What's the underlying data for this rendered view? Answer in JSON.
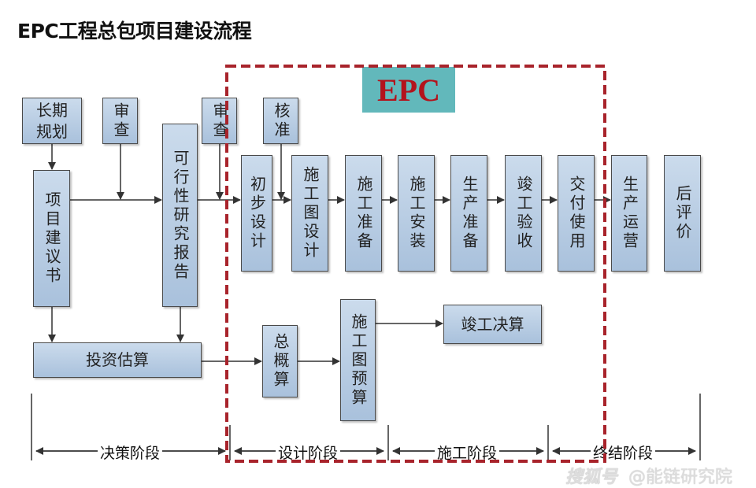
{
  "title": "EPC工程总包项目建设流程",
  "epc_label": "EPC",
  "boxes": {
    "long_term_plan": "长期规划",
    "review1": "审查",
    "proposal": "项目建议书",
    "feasibility": "可行性研究报告",
    "review2": "审查",
    "approval": "核准",
    "prelim_design": "初步设计",
    "construction_drawing": "施工图设计",
    "construction_prep": "施工准备",
    "construction_install": "施工安装",
    "production_prep": "生产准备",
    "completion_accept": "竣工验收",
    "delivery": "交付使用",
    "operation": "生产运营",
    "post_eval": "后评价",
    "investment_estimate": "投资估算",
    "total_budget": "总概算",
    "drawing_budget": "施工图预算",
    "final_account": "竣工决算"
  },
  "phases": [
    "决策阶段",
    "设计阶段",
    "施工阶段",
    "终结阶段"
  ],
  "watermark": {
    "logo": "搜狐号",
    "text": "@能链研究院"
  }
}
